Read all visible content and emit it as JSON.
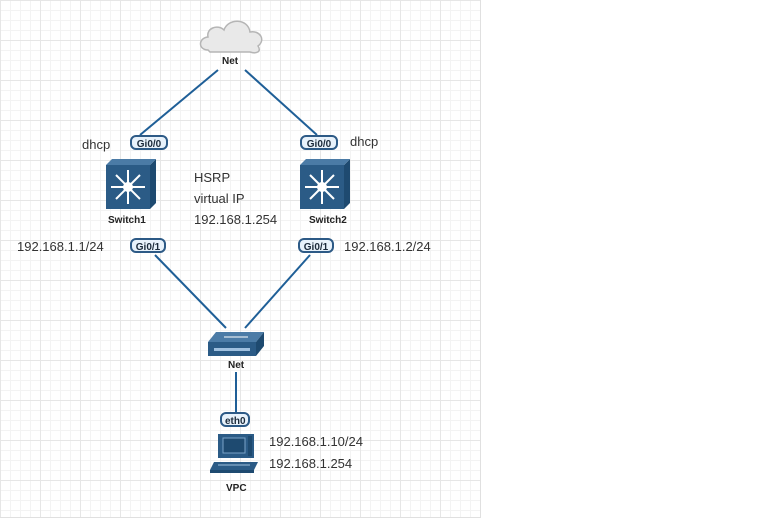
{
  "nodes": {
    "cloud": {
      "label": "Net"
    },
    "switch1": {
      "label": "Switch1"
    },
    "switch2": {
      "label": "Switch2"
    },
    "hub": {
      "label": "Net"
    },
    "vpc": {
      "label": "VPC"
    }
  },
  "ports": {
    "sw1_up": "Gi0/0",
    "sw2_up": "Gi0/0",
    "sw1_down": "Gi0/1",
    "sw2_down": "Gi0/1",
    "vpc_eth": "eth0"
  },
  "annotations": {
    "sw1_dhcp": "dhcp",
    "sw2_dhcp": "dhcp",
    "hsrp_line1": "HSRP",
    "hsrp_line2": "virtual IP",
    "hsrp_line3": "192.168.1.254",
    "sw1_ip": "192.168.1.1/24",
    "sw2_ip": "192.168.1.2/24",
    "vpc_ip": "192.168.1.10/24",
    "vpc_gw": "192.168.1.254"
  },
  "colors": {
    "link": "#1f5f97",
    "device": "#2b5b86",
    "port_border": "#2d5a86"
  }
}
